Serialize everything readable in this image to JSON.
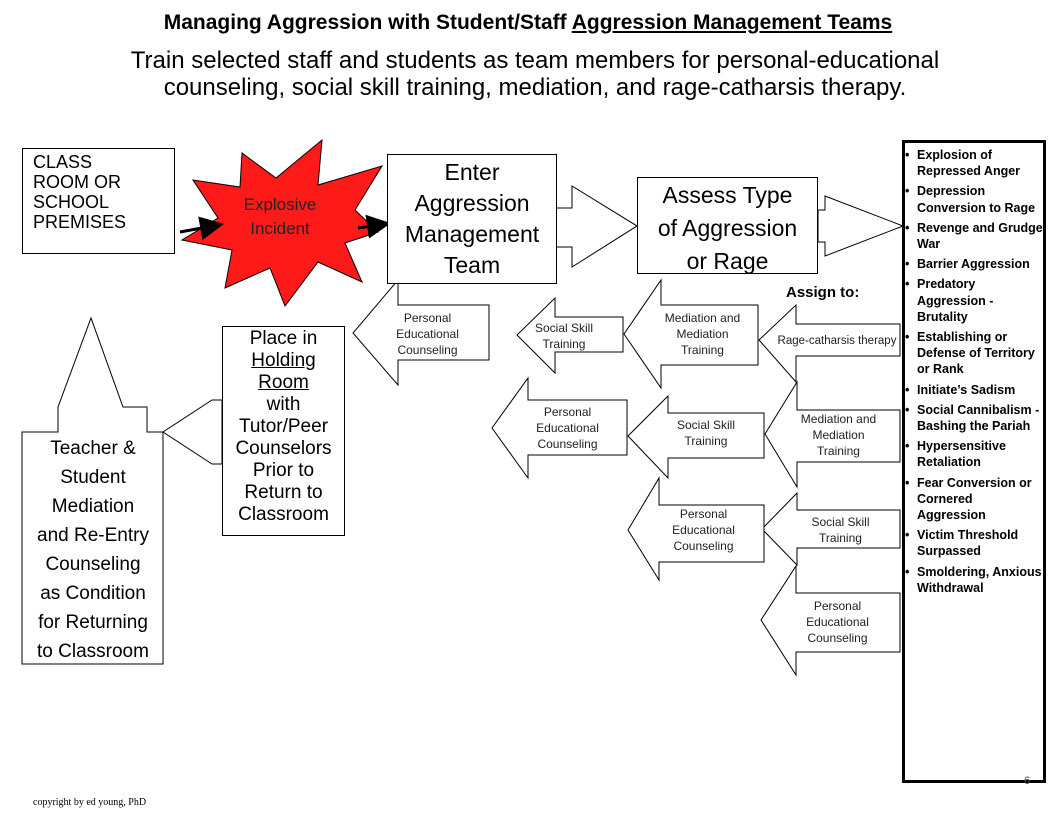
{
  "title_prefix": "Managing Aggression with Student/Staff ",
  "title_underlined": "Aggression Management Teams",
  "subtitle_line1": "Train selected staff and students as team members for personal-educational",
  "subtitle_line2": "counseling, social skill training, mediation, and rage-catharsis therapy.",
  "classroom_box": [
    "CLASS",
    "ROOM OR",
    "SCHOOL",
    "PREMISES"
  ],
  "explosive_incident": [
    "Explosive",
    "Incident"
  ],
  "enter_team": [
    "Enter",
    "Aggression",
    "Management",
    "Team"
  ],
  "assess_type": [
    "Assess Type",
    "of Aggression",
    "or Rage"
  ],
  "assign_to": "Assign to:",
  "holding_room": {
    "line1": "Place in",
    "line2": "Holding",
    "line3": "Room",
    "line4": "with",
    "line5": "Tutor/Peer",
    "line6": "Counselors",
    "line7": "Prior to",
    "line8": "Return to",
    "line9": "Classroom"
  },
  "teacher_mediation": [
    "Teacher &",
    "Student",
    "Mediation",
    "and Re-Entry",
    "Counseling",
    "as Condition",
    "for Returning",
    "to Classroom"
  ],
  "assignments": {
    "rage_catharsis": "Rage-catharsis therapy",
    "mediation_1": [
      "Mediation and",
      "Mediation",
      "Training"
    ],
    "social_1": [
      "Social Skill",
      "Training"
    ],
    "personal_1": [
      "Personal",
      "Educational",
      "Counseling"
    ],
    "mediation_2": [
      "Mediation and",
      "Mediation",
      "Training"
    ],
    "social_2": [
      "Social Skill",
      "Training"
    ],
    "personal_2": [
      "Personal",
      "Educational",
      "Counseling"
    ],
    "social_3": [
      "Social Skill",
      "Training"
    ],
    "personal_3": [
      "Personal",
      "Educational",
      "Counseling"
    ],
    "personal_4": [
      "Personal",
      "Educational",
      "Counseling"
    ]
  },
  "aggression_types": [
    "Explosion of Repressed Anger",
    "Depression Conversion to Rage",
    "Revenge and Grudge War",
    "Barrier Aggression",
    "Predatory Aggression - Brutality",
    "Establishing or Defense of Territory or Rank",
    "Initiate’s Sadism",
    "Social Cannibalism - Bashing the Pariah",
    "Hypersensitive Retaliation",
    "Fear Conversion or Cornered Aggression",
    "Victim Threshold Surpassed",
    "Smoldering, Anxious Withdrawal"
  ],
  "copyright": "copyright by ed young, PhD",
  "page_number": "6",
  "colors": {
    "starburst": "#ff1a1a",
    "text": "#000000",
    "arrow_text": "#222222"
  }
}
